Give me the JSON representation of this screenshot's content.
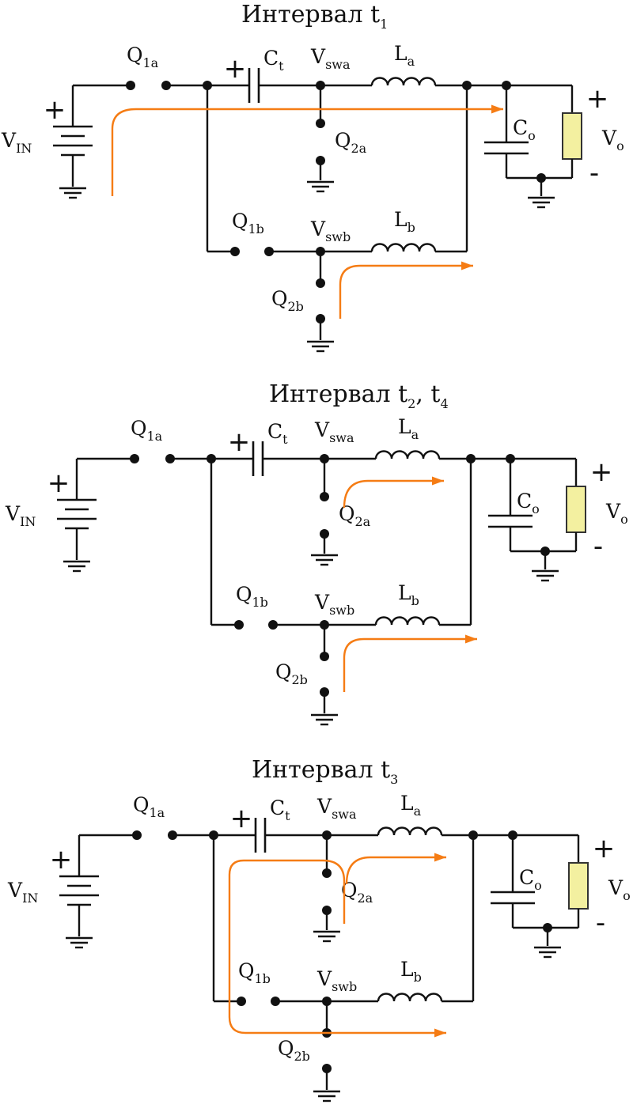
{
  "colors": {
    "wire": "#111111",
    "current_flow": "#f57c14",
    "load_fill": "#f3f0a0",
    "load_stroke": "#333333"
  },
  "diagrams": [
    {
      "id": "t1",
      "title": {
        "base": "Интервал t",
        "sub1": "1",
        "sep": "",
        "sub2": ""
      },
      "flows": [
        "vin-to-load",
        "lb-low"
      ]
    },
    {
      "id": "t2t4",
      "title": {
        "base": "Интервал t",
        "sub1": "2",
        "sep": ", t",
        "sub2": "4"
      },
      "flows": [
        "la-upper",
        "lb-low"
      ]
    },
    {
      "id": "t3",
      "title": {
        "base": "Интервал t",
        "sub1": "3",
        "sep": "",
        "sub2": ""
      },
      "flows": [
        "la-upper",
        "loop-ct-to-lb"
      ]
    }
  ],
  "labels": {
    "q1a": {
      "main": "Q",
      "sub": "1a"
    },
    "ct": {
      "main": "C",
      "sub": "t"
    },
    "vswa": {
      "main": "V",
      "sub": "swa"
    },
    "la": {
      "main": "L",
      "sub": "a"
    },
    "vin": {
      "main": "V",
      "sub": "IN"
    },
    "q2a": {
      "main": "Q",
      "sub": "2a"
    },
    "co": {
      "main": "C",
      "sub": "o"
    },
    "vo": {
      "main": "V",
      "sub": "o"
    },
    "q1b": {
      "main": "Q",
      "sub": "1b"
    },
    "vswb": {
      "main": "V",
      "sub": "swb"
    },
    "lb": {
      "main": "L",
      "sub": "b"
    },
    "q2b": {
      "main": "Q",
      "sub": "2b"
    },
    "plus": "+",
    "minus": "-"
  }
}
